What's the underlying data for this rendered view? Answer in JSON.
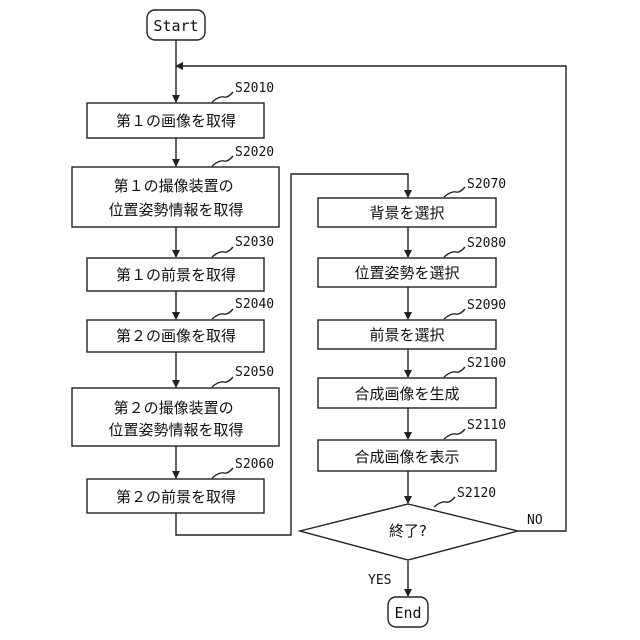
{
  "flow": {
    "start": "Start",
    "end": "End",
    "steps": {
      "s2010": {
        "id": "S2010",
        "lines": [
          "第１の画像を取得"
        ]
      },
      "s2020": {
        "id": "S2020",
        "lines": [
          "第１の撮像装置の",
          "位置姿勢情報を取得"
        ]
      },
      "s2030": {
        "id": "S2030",
        "lines": [
          "第１の前景を取得"
        ]
      },
      "s2040": {
        "id": "S2040",
        "lines": [
          "第２の画像を取得"
        ]
      },
      "s2050": {
        "id": "S2050",
        "lines": [
          "第２の撮像装置の",
          "位置姿勢情報を取得"
        ]
      },
      "s2060": {
        "id": "S2060",
        "lines": [
          "第２の前景を取得"
        ]
      },
      "s2070": {
        "id": "S2070",
        "lines": [
          "背景を選択"
        ]
      },
      "s2080": {
        "id": "S2080",
        "lines": [
          "位置姿勢を選択"
        ]
      },
      "s2090": {
        "id": "S2090",
        "lines": [
          "前景を選択"
        ]
      },
      "s2100": {
        "id": "S2100",
        "lines": [
          "合成画像を生成"
        ]
      },
      "s2110": {
        "id": "S2110",
        "lines": [
          "合成画像を表示"
        ]
      },
      "s2120": {
        "id": "S2120",
        "lines": [
          "終了?"
        ]
      }
    },
    "yes_label": "YES",
    "no_label": "NO"
  }
}
